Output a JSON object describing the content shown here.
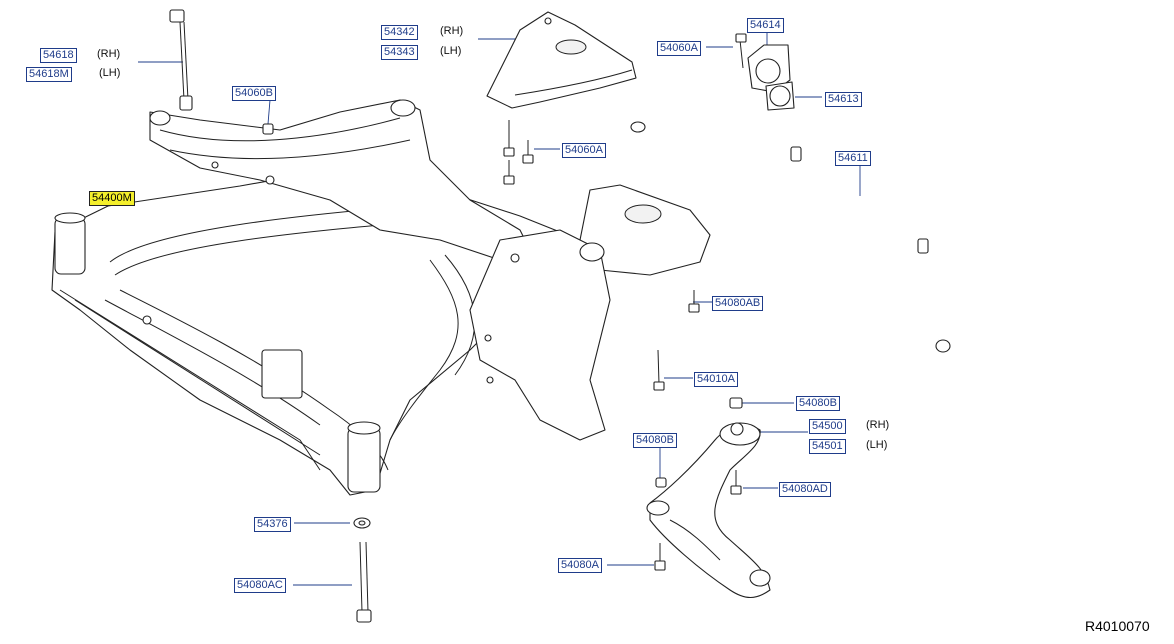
{
  "diagram": {
    "title": "Front suspension member assembly",
    "reference_code": "R4010070",
    "colors": {
      "label_text": "#1f3c8a",
      "highlight": "#f4ef2c",
      "line": "#222222"
    },
    "labels": {
      "p54618": "54618",
      "p54618m": "54618M",
      "p54060b": "54060B",
      "p54342": "54342",
      "p54343": "54343",
      "p54060a_top": "54060A",
      "p54614": "54614",
      "p54613": "54613",
      "p54060a_mid": "54060A",
      "p54611": "54611",
      "p54400m": "54400M",
      "p54080ab": "54080AB",
      "p54010a": "54010A",
      "p54080b_right": "54080B",
      "p54500": "54500",
      "p54501": "54501",
      "p54080b_left": "54080B",
      "p54080ad": "54080AD",
      "p54376": "54376",
      "p54080a": "54080A",
      "p54080ac": "54080AC"
    },
    "sides": {
      "rh1": "(RH)",
      "lh1": "(LH)",
      "rh2": "(RH)",
      "lh2": "(LH)",
      "rh3": "(RH)",
      "lh3": "(LH)"
    }
  }
}
